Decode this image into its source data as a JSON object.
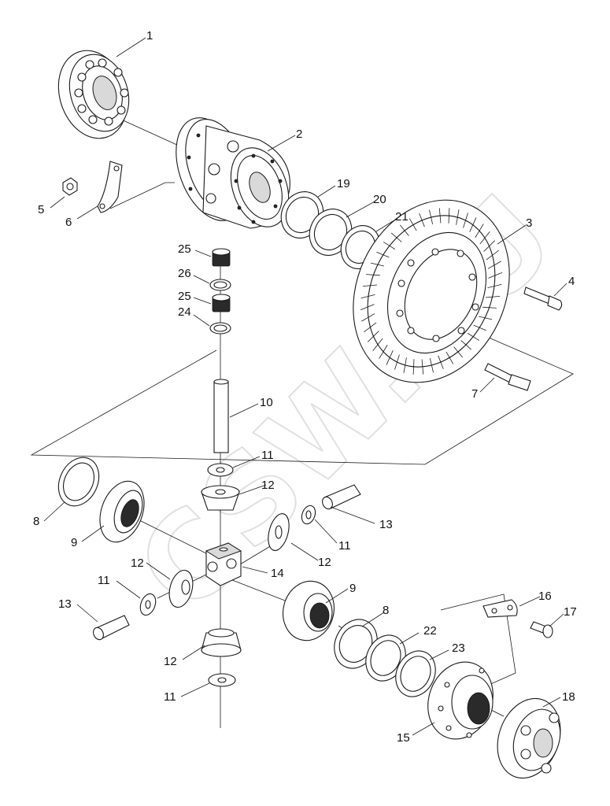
{
  "watermark": "CSW.RU",
  "parts": [
    {
      "id": "p1",
      "label": "1",
      "name": "bearing"
    },
    {
      "id": "p2",
      "label": "2",
      "name": "differential-case"
    },
    {
      "id": "p3",
      "label": "3",
      "name": "ring-gear"
    },
    {
      "id": "p4",
      "label": "4",
      "name": "bolt"
    },
    {
      "id": "p5",
      "label": "5",
      "name": "nut"
    },
    {
      "id": "p6",
      "label": "6",
      "name": "lock-plate"
    },
    {
      "id": "p7",
      "label": "7",
      "name": "bolt"
    },
    {
      "id": "p8a",
      "label": "8",
      "name": "thrust-washer"
    },
    {
      "id": "p8b",
      "label": "8",
      "name": "thrust-washer"
    },
    {
      "id": "p9a",
      "label": "9",
      "name": "side-gear"
    },
    {
      "id": "p9b",
      "label": "9",
      "name": "side-gear"
    },
    {
      "id": "p10",
      "label": "10",
      "name": "pinion-shaft"
    },
    {
      "id": "p11a",
      "label": "11",
      "name": "washer"
    },
    {
      "id": "p11b",
      "label": "11",
      "name": "washer"
    },
    {
      "id": "p11c",
      "label": "11",
      "name": "washer"
    },
    {
      "id": "p11d",
      "label": "11",
      "name": "washer"
    },
    {
      "id": "p12a",
      "label": "12",
      "name": "pinion-gear"
    },
    {
      "id": "p12b",
      "label": "12",
      "name": "pinion-gear"
    },
    {
      "id": "p12c",
      "label": "12",
      "name": "pinion-gear"
    },
    {
      "id": "p12d",
      "label": "12",
      "name": "pinion-gear"
    },
    {
      "id": "p13a",
      "label": "13",
      "name": "pin"
    },
    {
      "id": "p13b",
      "label": "13",
      "name": "pin"
    },
    {
      "id": "p14",
      "label": "14",
      "name": "spider-block"
    },
    {
      "id": "p15",
      "label": "15",
      "name": "case-cover"
    },
    {
      "id": "p16",
      "label": "16",
      "name": "lock-plate"
    },
    {
      "id": "p17",
      "label": "17",
      "name": "bolt"
    },
    {
      "id": "p18",
      "label": "18",
      "name": "bearing"
    },
    {
      "id": "p19",
      "label": "19",
      "name": "shim"
    },
    {
      "id": "p20",
      "label": "20",
      "name": "shim"
    },
    {
      "id": "p21",
      "label": "21",
      "name": "shim"
    },
    {
      "id": "p22",
      "label": "22",
      "name": "shim"
    },
    {
      "id": "p23",
      "label": "23",
      "name": "shim"
    },
    {
      "id": "p24",
      "label": "24",
      "name": "washer"
    },
    {
      "id": "p25a",
      "label": "25",
      "name": "needle-bearing"
    },
    {
      "id": "p25b",
      "label": "25",
      "name": "needle-bearing"
    },
    {
      "id": "p26",
      "label": "26",
      "name": "spacer"
    }
  ]
}
